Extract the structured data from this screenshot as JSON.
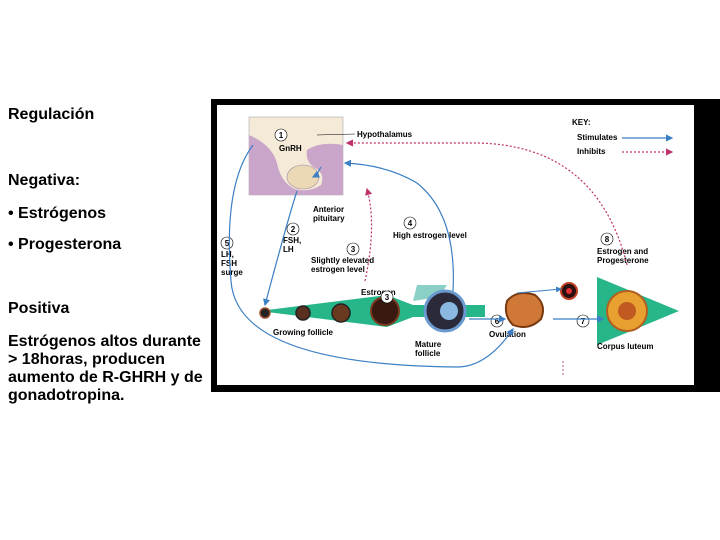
{
  "left_text": {
    "title": "Regulación",
    "negative_heading": "Negativa:",
    "bullet_1": "• Estrógenos",
    "bullet_2": "• Progesterona",
    "positive_heading": "Positiva",
    "positive_body": "Estrógenos altos durante > 18horas, producen aumento de R-GHRH y de gonadotropina."
  },
  "diagram": {
    "key_title": "KEY:",
    "key_stimulates": "Stimulates",
    "key_inhibits": "Inhibits",
    "hypothalamus": "Hypothalamus",
    "gnrh": "GnRH",
    "anterior_pituitary_1": "Anterior",
    "anterior_pituitary_2": "pituitary",
    "fsh_lh_1": "FSH,",
    "fsh_lh_2": "LH",
    "lh_fsh_surge_1": "LH,",
    "lh_fsh_surge_2": "FSH",
    "lh_fsh_surge_3": "surge",
    "high_estrogen": "High estrogen level",
    "slightly_elevated_1": "Slightly elevated",
    "slightly_elevated_2": "estrogen level",
    "estrogen": "Estrogen",
    "estrogen_progesterone_1": "Estrogen and",
    "estrogen_progesterone_2": "Progesterone",
    "growing_follicle": "Growing follicle",
    "mature_follicle_1": "Mature",
    "mature_follicle_2": "follicle",
    "ovulation": "Ovulation",
    "corpus_luteum": "Corpus luteum",
    "step_numbers": [
      "1",
      "2",
      "3",
      "3",
      "4",
      "5",
      "6",
      "7",
      "8"
    ],
    "colors": {
      "stimulates": "#3b7fc4",
      "inhibits": "#c0306a",
      "arrow_band": "#27b58a",
      "brain": "#c9a5c9",
      "frame": "#000000"
    }
  }
}
